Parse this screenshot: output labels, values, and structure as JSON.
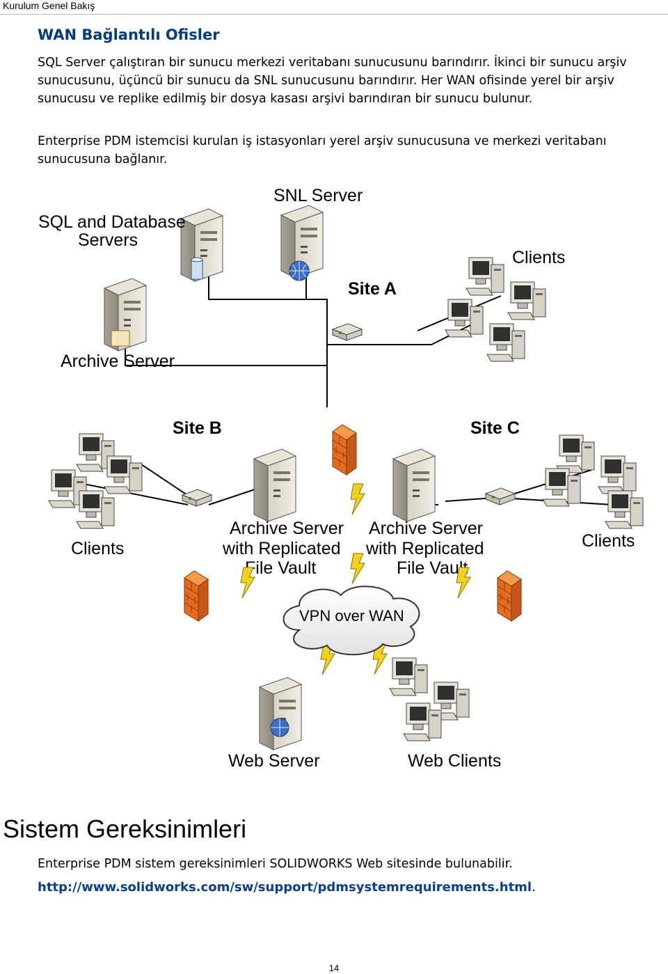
{
  "header": {
    "running_title": "Kurulum Genel Bakış"
  },
  "section": {
    "title": "WAN Bağlantılı Ofisler",
    "paragraph_1": "SQL Server çalıştıran bir sunucu merkezi veritabanı sunucusunu barındırır. İkinci bir sunucu arşiv sunucusunu, üçüncü bir sunucu da SNL sunucusunu barındırır. Her WAN ofisinde yerel bir arşiv sunucusu ve replike edilmiş bir dosya kasası arşivi barındıran bir sunucu bulunur.",
    "paragraph_2": "Enterprise PDM istemcisi kurulan iş istasyonları yerel arşiv sunucusuna ve merkezi veritabanı sunucusuna bağlanır."
  },
  "diagram": {
    "labels": {
      "sql_servers_line1": "SQL and Database",
      "sql_servers_line2": "Servers",
      "snl_server": "SNL Server",
      "clients_a": "Clients",
      "site_a": "Site A",
      "archive_server": "Archive Server",
      "site_b": "Site B",
      "site_c": "Site C",
      "clients_b": "Clients",
      "clients_c": "Clients",
      "archive_b_line1": "Archive Server",
      "archive_b_line2": "with Replicated",
      "archive_b_line3": "File Vault",
      "archive_c_line1": "Archive Server",
      "archive_c_line2": "with Replicated",
      "archive_c_line3": "File Vault",
      "vpn": "VPN over WAN",
      "web_server": "Web Server",
      "web_clients": "Web Clients"
    }
  },
  "requirements": {
    "heading": "Sistem Gereksinimleri",
    "text": "Enterprise PDM sistem gereksinimleri SOLIDWORKS Web sitesinde bulunabilir.",
    "link": "http://www.solidworks.com/sw/support/pdmsystemrequirements.html",
    "link_suffix": "."
  },
  "footer": {
    "page_number": "14"
  }
}
